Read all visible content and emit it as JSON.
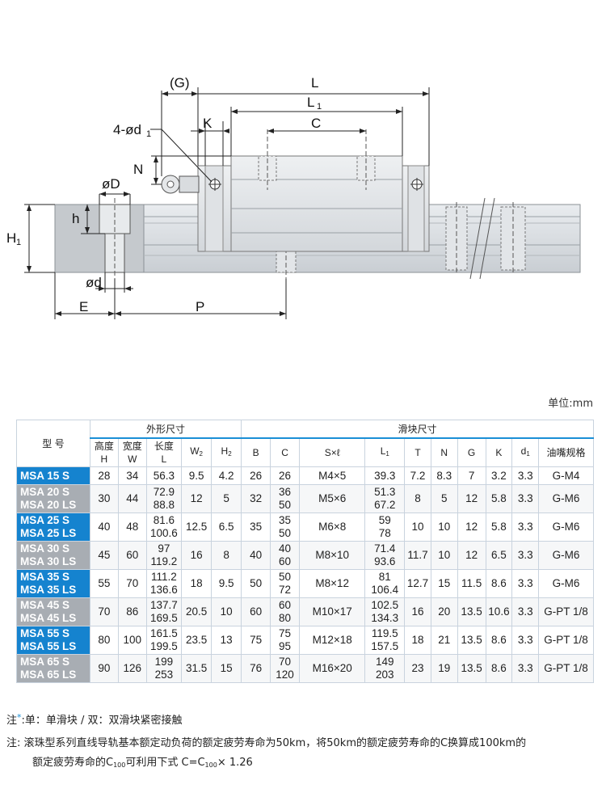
{
  "drawing": {
    "labels": {
      "G": "(G)",
      "L": "L",
      "L1": "L",
      "L1_sub": "1",
      "C": "C",
      "K": "K",
      "d1": "4-ød",
      "d1_sub": "1",
      "N": "N",
      "D": "øD",
      "h": "h",
      "H1": "H",
      "H1_sub": "1",
      "d": "ød",
      "E": "E",
      "P": "P"
    }
  },
  "unit_label": "单位:mm",
  "table": {
    "head_model": "型 号",
    "group_outer": "外形尺寸",
    "group_block": "滑块尺寸",
    "cols": [
      {
        "main": "高度",
        "sub": "H"
      },
      {
        "main": "宽度",
        "sub": "W"
      },
      {
        "main": "长度",
        "sub": "L"
      },
      {
        "main": "W",
        "subscript": "2"
      },
      {
        "main": "H",
        "subscript": "2"
      },
      {
        "main": "B"
      },
      {
        "main": "C"
      },
      {
        "main": "S×ℓ"
      },
      {
        "main": "L",
        "subscript": "1"
      },
      {
        "main": "T"
      },
      {
        "main": "N"
      },
      {
        "main": "G"
      },
      {
        "main": "K"
      },
      {
        "main": "d",
        "subscript": "1"
      },
      {
        "main": "油嘴规格"
      }
    ],
    "rows": [
      {
        "models": [
          "MSA 15 S"
        ],
        "H": "28",
        "W": "34",
        "L": [
          "56.3"
        ],
        "W2": "9.5",
        "H2": "4.2",
        "B": "26",
        "C": [
          "26"
        ],
        "S": "M4×5",
        "L1": [
          "39.3"
        ],
        "T": "7.2",
        "N": "8.3",
        "G": "7",
        "K": "3.2",
        "d1": "3.3",
        "oil": "G-M4"
      },
      {
        "models": [
          "MSA 20 S",
          "MSA 20 LS"
        ],
        "H": "30",
        "W": "44",
        "L": [
          "72.9",
          "88.8"
        ],
        "W2": "12",
        "H2": "5",
        "B": "32",
        "C": [
          "36",
          "50"
        ],
        "S": "M5×6",
        "L1": [
          "51.3",
          "67.2"
        ],
        "T": "8",
        "N": "5",
        "G": "12",
        "K": "5.8",
        "d1": "3.3",
        "oil": "G-M6"
      },
      {
        "models": [
          "MSA 25 S",
          "MSA 25 LS"
        ],
        "H": "40",
        "W": "48",
        "L": [
          "81.6",
          "100.6"
        ],
        "W2": "12.5",
        "H2": "6.5",
        "B": "35",
        "C": [
          "35",
          "50"
        ],
        "S": "M6×8",
        "L1": [
          "59",
          "78"
        ],
        "T": "10",
        "N": "10",
        "G": "12",
        "K": "5.8",
        "d1": "3.3",
        "oil": "G-M6"
      },
      {
        "models": [
          "MSA 30 S",
          "MSA 30 LS"
        ],
        "H": "45",
        "W": "60",
        "L": [
          "97",
          "119.2"
        ],
        "W2": "16",
        "H2": "8",
        "B": "40",
        "C": [
          "40",
          "60"
        ],
        "S": "M8×10",
        "L1": [
          "71.4",
          "93.6"
        ],
        "T": "11.7",
        "N": "10",
        "G": "12",
        "K": "6.5",
        "d1": "3.3",
        "oil": "G-M6"
      },
      {
        "models": [
          "MSA 35 S",
          "MSA 35 LS"
        ],
        "H": "55",
        "W": "70",
        "L": [
          "111.2",
          "136.6"
        ],
        "W2": "18",
        "H2": "9.5",
        "B": "50",
        "C": [
          "50",
          "72"
        ],
        "S": "M8×12",
        "L1": [
          "81",
          "106.4"
        ],
        "T": "12.7",
        "N": "15",
        "G": "11.5",
        "K": "8.6",
        "d1": "3.3",
        "oil": "G-M6"
      },
      {
        "models": [
          "MSA 45 S",
          "MSA 45 LS"
        ],
        "H": "70",
        "W": "86",
        "L": [
          "137.7",
          "169.5"
        ],
        "W2": "20.5",
        "H2": "10",
        "B": "60",
        "C": [
          "60",
          "80"
        ],
        "S": "M10×17",
        "L1": [
          "102.5",
          "134.3"
        ],
        "T": "16",
        "N": "20",
        "G": "13.5",
        "K": "10.6",
        "d1": "3.3",
        "oil": "G-PT 1/8"
      },
      {
        "models": [
          "MSA 55 S",
          "MSA 55 LS"
        ],
        "H": "80",
        "W": "100",
        "L": [
          "161.5",
          "199.5"
        ],
        "W2": "23.5",
        "H2": "13",
        "B": "75",
        "C": [
          "75",
          "95"
        ],
        "S": "M12×18",
        "L1": [
          "119.5",
          "157.5"
        ],
        "T": "18",
        "N": "21",
        "G": "13.5",
        "K": "8.6",
        "d1": "3.3",
        "oil": "G-PT 1/8"
      },
      {
        "models": [
          "MSA 65 S",
          "MSA 65 LS"
        ],
        "H": "90",
        "W": "126",
        "L": [
          "199",
          "253"
        ],
        "W2": "31.5",
        "H2": "15",
        "B": "76",
        "C": [
          "70",
          "120"
        ],
        "S": "M16×20",
        "L1": [
          "149",
          "203"
        ],
        "T": "23",
        "N": "19",
        "G": "13.5",
        "K": "8.6",
        "d1": "3.3",
        "oil": "G-PT 1/8"
      }
    ],
    "row_styles": [
      "blue",
      "gray",
      "blue",
      "gray",
      "blue",
      "gray",
      "blue",
      "gray"
    ]
  },
  "notes": {
    "note1_prefix": "注",
    "note1_star": "*",
    "note1_text": ":单：单滑块 / 双：双滑块紧密接触",
    "note2_line1": "注: 滚珠型系列直线导轨基本额定动负荷的额定疲劳寿命为50km，将50km的额定疲劳寿命的C换算成100km的",
    "note2_line2a": "额定疲劳寿命的C",
    "note2_line2_sub1": "100",
    "note2_line2b": "可利用下式 C=C",
    "note2_line2_sub2": "100",
    "note2_line2c": "× 1.26"
  }
}
